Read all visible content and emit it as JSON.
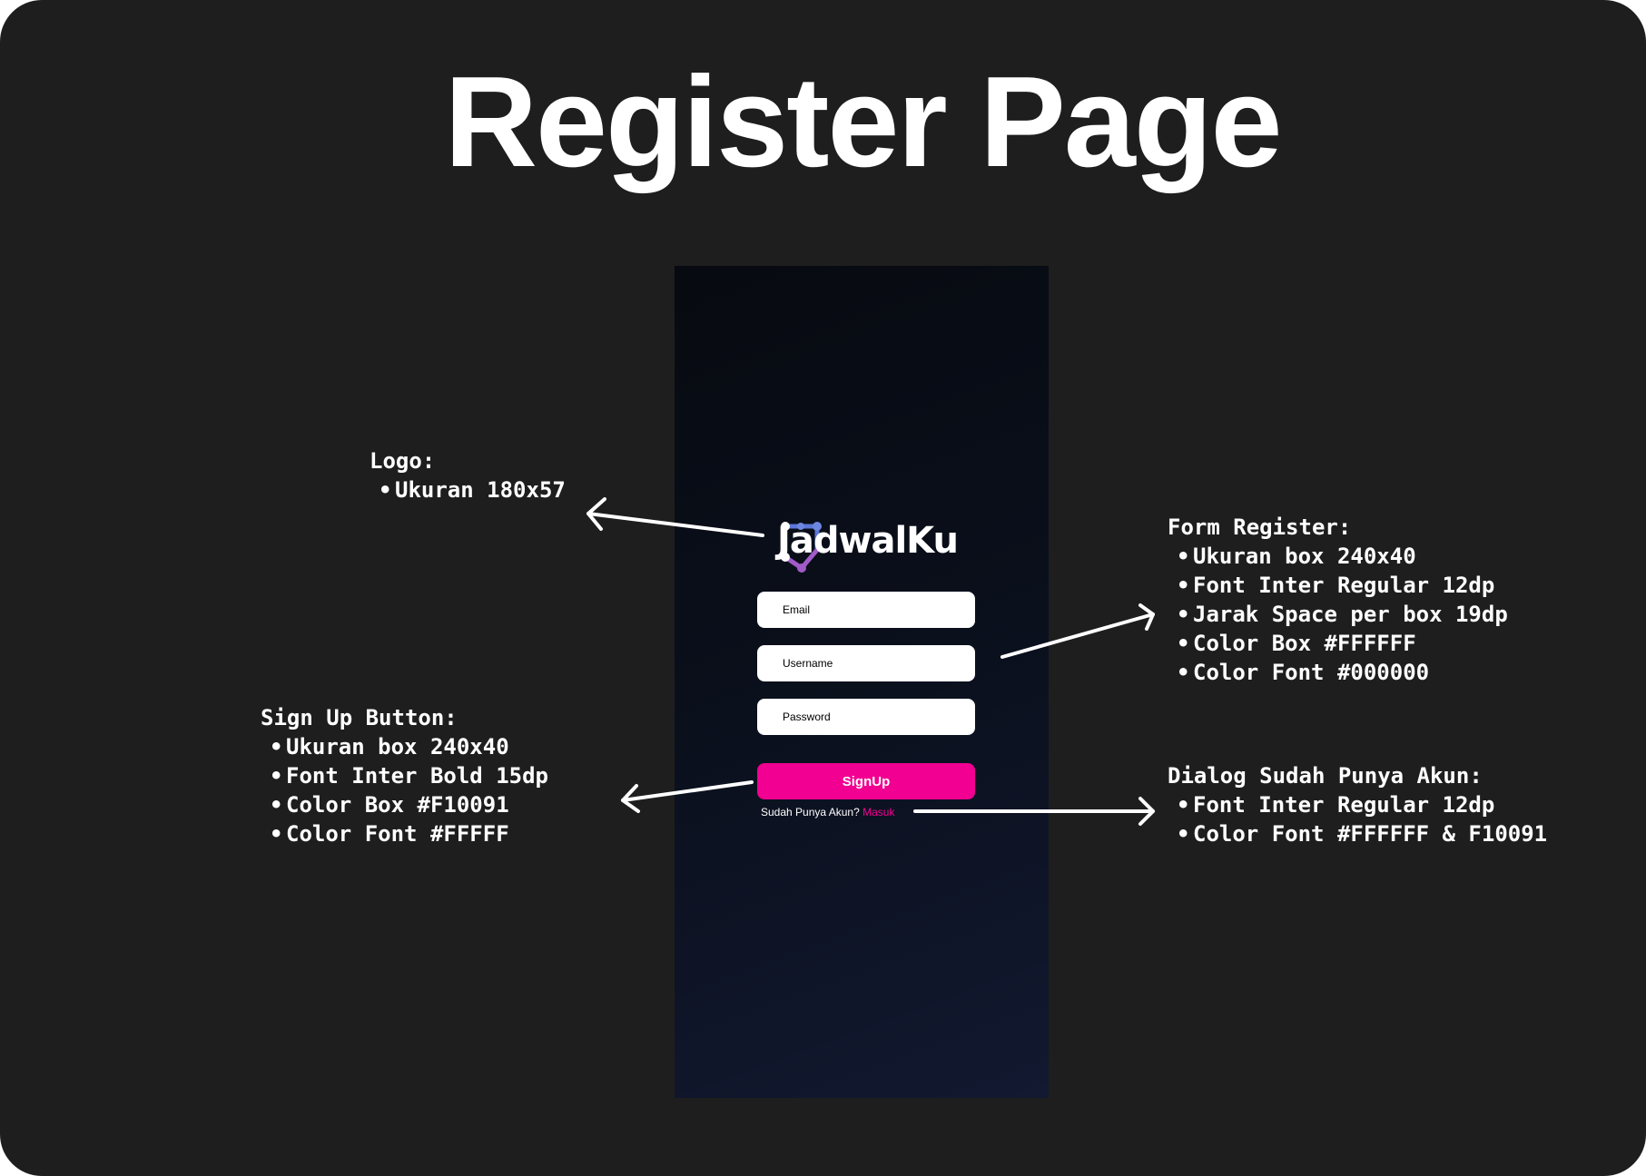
{
  "page_title": "Register Page",
  "app": {
    "logo_text": "JadwalKu",
    "fields": [
      {
        "placeholder": "Email"
      },
      {
        "placeholder": "Username"
      },
      {
        "placeholder": "Password"
      }
    ],
    "signup_label": "SignUp",
    "have_account_text": "Sudah Punya Akun?",
    "login_link": "Masuk"
  },
  "colors": {
    "background": "#1e1e1e",
    "accent": "#F10091",
    "field_box": "#FFFFFF",
    "field_font": "#000000"
  },
  "annotations": {
    "logo": {
      "heading": "Logo:",
      "items": [
        "Ukuran 180x57"
      ]
    },
    "form": {
      "heading": "Form Register:",
      "items": [
        "Ukuran box 240x40",
        "Font Inter Regular 12dp",
        "Jarak Space per box 19dp",
        "Color Box #FFFFFF",
        "Color Font #000000"
      ]
    },
    "signup": {
      "heading": "Sign Up Button:",
      "items": [
        "Ukuran box 240x40",
        "Font Inter Bold 15dp",
        "Color Box #F10091",
        "Color Font #FFFFF"
      ]
    },
    "dialog": {
      "heading": "Dialog Sudah Punya Akun:",
      "items": [
        "Font Inter Regular 12dp",
        "Color Font #FFFFFF & F10091"
      ]
    }
  }
}
